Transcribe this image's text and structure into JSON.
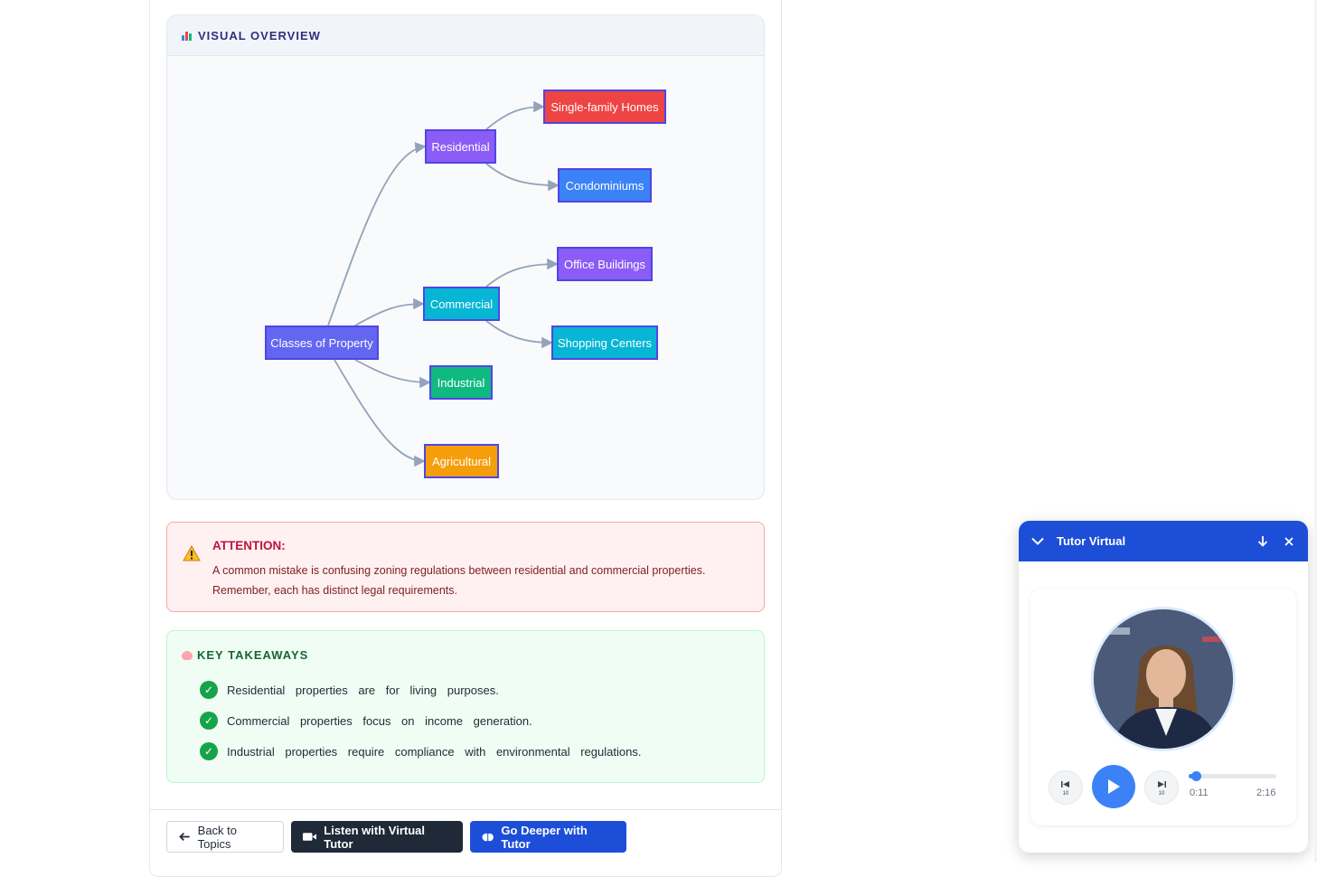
{
  "overview": {
    "title": "VISUAL OVERVIEW",
    "icon": "bar-chart-icon",
    "nodes": {
      "root": "Classes of Property",
      "residential": "Residential",
      "commercial": "Commercial",
      "industrial": "Industrial",
      "agricultural": "Agricultural",
      "single_family": "Single-family Homes",
      "condominiums": "Condominiums",
      "office": "Office Buildings",
      "shopping": "Shopping Centers"
    },
    "colors": {
      "root": "#6366f1",
      "residential": "#8b5cf6",
      "commercial": "#06b6d4",
      "industrial": "#10b981",
      "agricultural": "#f59e0b",
      "single_family": "#ef4444",
      "condominiums": "#3b82f6",
      "office": "#8b5cf6",
      "shopping": "#06b6d4"
    }
  },
  "attention": {
    "icon": "warning-icon",
    "title": "ATTENTION:",
    "text": "A common mistake is confusing zoning regulations between residential and commercial properties. Remember, each has distinct legal requirements."
  },
  "takeaways": {
    "icon": "brain-icon",
    "title": "KEY TAKEAWAYS",
    "items": [
      "Residential properties are for living purposes.",
      "Commercial properties focus on income generation.",
      "Industrial properties require compliance with environmental regulations."
    ]
  },
  "footer": {
    "back_label": "Back to Topics",
    "listen_label": "Listen with Virtual Tutor",
    "deeper_label": "Go Deeper with Tutor"
  },
  "tutor": {
    "title": "Tutor Virtual",
    "skip_back_label": "10",
    "skip_forward_label": "10",
    "current_time": "0:11",
    "duration": "2:16",
    "progress": 0.08
  }
}
